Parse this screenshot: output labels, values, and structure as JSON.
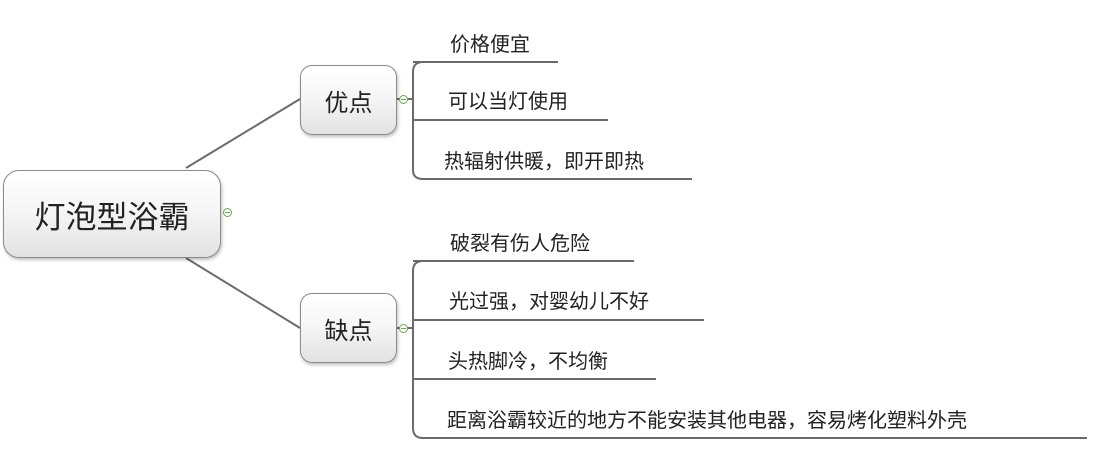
{
  "root": {
    "label": "灯泡型浴霸"
  },
  "branches": [
    {
      "label": "优点",
      "children": [
        "价格便宜",
        "可以当灯使用",
        "热辐射供暖，即开即热"
      ]
    },
    {
      "label": "缺点",
      "children": [
        "破裂有伤人危险",
        "光过强，对婴幼儿不好",
        "头热脚冷，不均衡",
        "距离浴霸较近的地方不能安装其他电器，容易烤化塑料外壳"
      ]
    }
  ],
  "colors": {
    "line": "#6b6b6b",
    "collapse_toggle": "#6aa84f"
  }
}
